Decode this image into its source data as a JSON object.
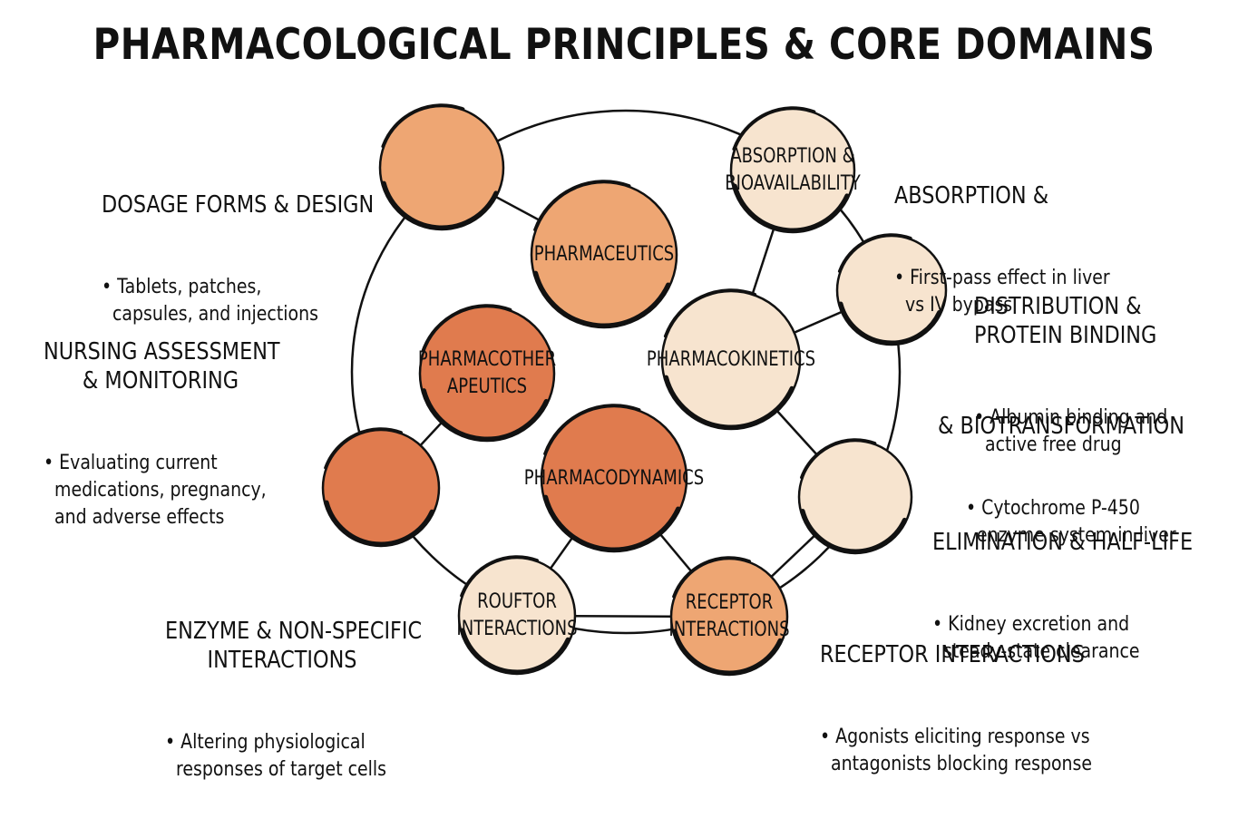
{
  "title": "PHARMACOLOGICAL PRINCIPLES & CORE DOMAINS",
  "colors": {
    "light": "#f7e4cf",
    "medium": "#eea673",
    "dark": "#e07b4e",
    "stroke": "#111111"
  },
  "nodes": [
    {
      "id": "dosage-forms",
      "label": "",
      "fill": "medium"
    },
    {
      "id": "absorption",
      "label": "ABSORPTION &\nBIOAVAILABILITY",
      "fill": "light"
    },
    {
      "id": "pharmaceutics",
      "label": "PHARMACEUTICS",
      "fill": "medium"
    },
    {
      "id": "distribution",
      "label": "",
      "fill": "light"
    },
    {
      "id": "pharmacotherapeutics",
      "label": "PHARMACOTHER\nAPEUTICS",
      "fill": "dark"
    },
    {
      "id": "pharmacokinetics",
      "label": "PHARMACOKINETICS",
      "fill": "light"
    },
    {
      "id": "enzyme",
      "label": "",
      "fill": "dark"
    },
    {
      "id": "pharmacodynamics",
      "label": "PHARMACODYNAMICS",
      "fill": "dark"
    },
    {
      "id": "elimination",
      "label": "",
      "fill": "light"
    },
    {
      "id": "rouftor",
      "label": "ROUFTOR\nINTERACTIONS",
      "fill": "light"
    },
    {
      "id": "receptor",
      "label": "RECEPTOR\nINTERACTIONS",
      "fill": "medium"
    }
  ],
  "edges": [
    [
      "dosage-forms",
      "pharmaceutics"
    ],
    [
      "enzyme",
      "pharmacotherapeutics"
    ],
    [
      "absorption",
      "pharmacokinetics"
    ],
    [
      "distribution",
      "pharmacokinetics"
    ],
    [
      "pharmacokinetics",
      "elimination"
    ],
    [
      "pharmacodynamics",
      "rouftor"
    ],
    [
      "pharmacodynamics",
      "receptor"
    ],
    [
      "rouftor",
      "receptor"
    ],
    [
      "elimination",
      "receptor"
    ]
  ],
  "annotations": {
    "dosage": {
      "heading": "DOSAGE FORMS & DESIGN",
      "bullet": "• Tablets, patches,\n  capsules, and injections"
    },
    "nursing": {
      "heading": "NURSING ASSESSMENT\n& MONITORING",
      "bullet": "• Evaluating current\n  medications, pregnancy,\n  and adverse effects"
    },
    "enzyme": {
      "heading": "ENZYME & NON-SPECIFIC\nINTERACTIONS",
      "bullet": "• Altering physiological\n  responses of target cells"
    },
    "absorption": {
      "heading": "ABSORPTION &",
      "bullet": "• First-pass effect in liver\n  vs IV bypass"
    },
    "distribution": {
      "heading": "DISTRIBUTION &\nPROTEIN BINDING",
      "bullet": "• Albumin binding and\n  active free drug"
    },
    "biotransformation": {
      "heading": "& BIOTRANSFORMATION",
      "bullet": "• Cytochrome P-450\n  enzyme system in liver"
    },
    "elimination": {
      "heading": "ELIMINATION & HALF-LIFE",
      "bullet": "• Kidney excretion and\n  steady-state clearance"
    },
    "receptor": {
      "heading": "RECEPTOR INTERACTIONS",
      "bullet": "• Agonists eliciting response vs\n  antagonists blocking response"
    }
  }
}
